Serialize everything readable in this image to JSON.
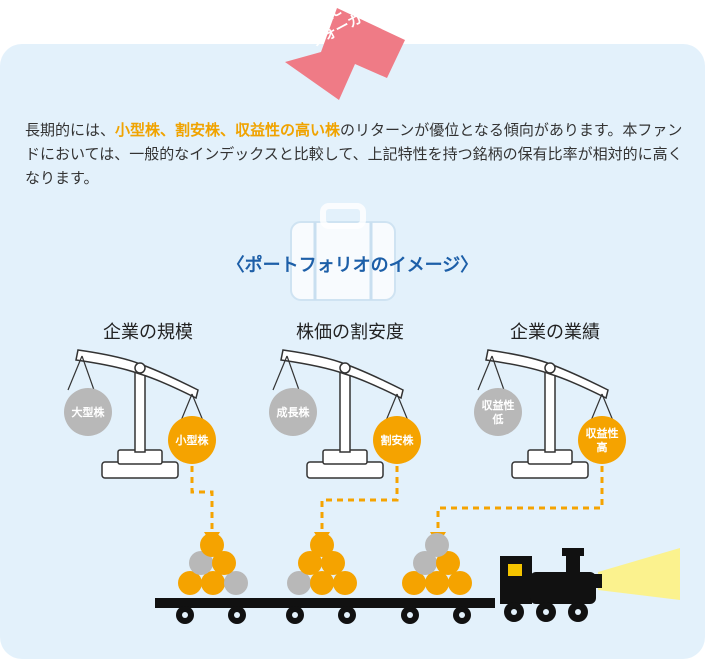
{
  "callout": {
    "line1": "ここに",
    "line2": "フォーカス!",
    "color": "#ef7b86"
  },
  "intro": {
    "before": "長期的には、",
    "highlight": "小型株、割安株、収益性の高い株",
    "after": "のリターンが優位となる傾向があります。本ファンドにおいては、一般的なインデックスと比較して、上記特性を持つ銘柄の保有比率が相対的に高くなります。"
  },
  "section_title": "〈ポートフォリオのイメージ〉",
  "scales": [
    {
      "label": "企業の規模",
      "heavy": [
        "小型株"
      ],
      "light": [
        "大型株"
      ]
    },
    {
      "label": "株価の割安度",
      "heavy": [
        "割安株"
      ],
      "light": [
        "成長株"
      ]
    },
    {
      "label": "企業の業績",
      "heavy": [
        "収益性",
        "高"
      ],
      "light": [
        "収益性",
        "低"
      ]
    }
  ],
  "colors": {
    "accent": "#f5a300",
    "gray": "#b8b8b8",
    "panel": "#e3f1fb",
    "title": "#1d5fa8",
    "dark": "#111111"
  }
}
